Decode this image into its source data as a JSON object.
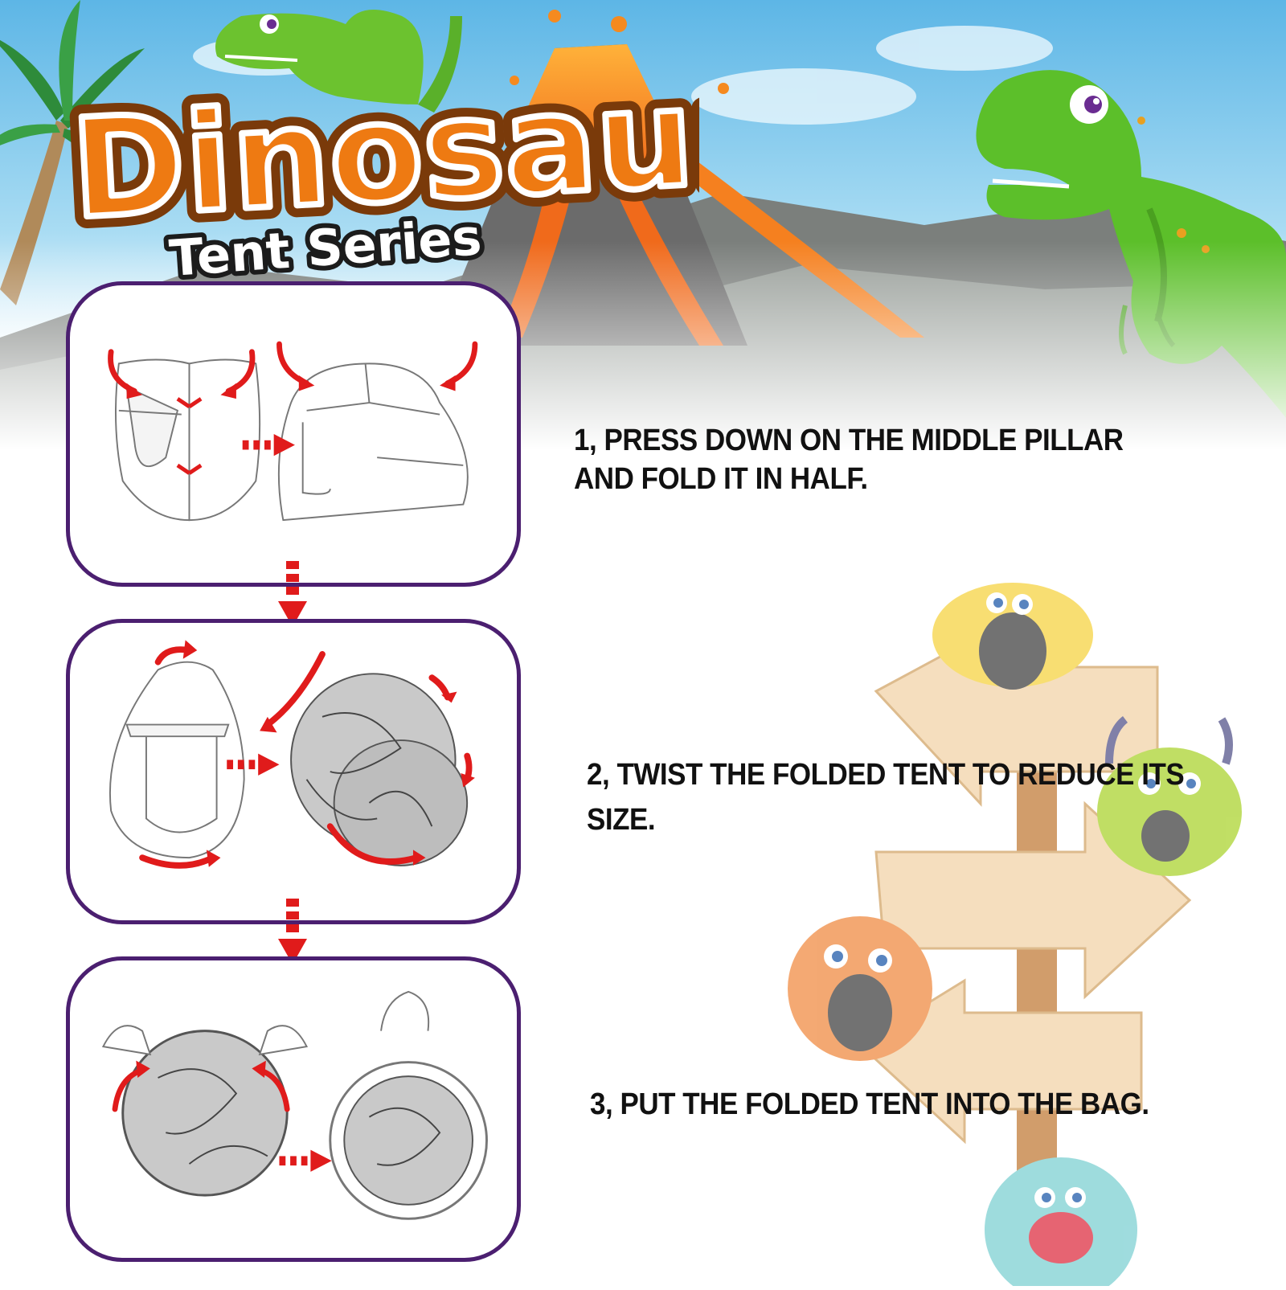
{
  "header": {
    "title": "Dinosaur",
    "subtitle": "Tent Series"
  },
  "steps": [
    {
      "text_line1": "1, PRESS DOWN ON THE MIDDLE PILLAR",
      "text_line2": "AND FOLD IT IN HALF."
    },
    {
      "text_line1": "2, TWIST THE FOLDED TENT TO REDUCE ITS",
      "text_line2": "SIZE."
    },
    {
      "text_line1": "3, PUT THE FOLDED TENT INTO THE BAG.",
      "text_line2": ""
    }
  ],
  "icons": {
    "arrow": "red-arrow-icon",
    "dinosaur": "green-dinosaur",
    "volcano": "volcano",
    "palm": "palm-tree",
    "signpost": "wooden-signpost",
    "monsters": [
      "yellow-monster",
      "green-monster",
      "orange-monster",
      "blue-monster"
    ]
  },
  "colors": {
    "title_orange": "#e8700f",
    "frame_purple": "#4b1f70",
    "arrow_red": "#e01b1b",
    "dino_green": "#5cbf2a",
    "sky_blue": "#7cc6ea",
    "wood": "#f2d3a6"
  }
}
